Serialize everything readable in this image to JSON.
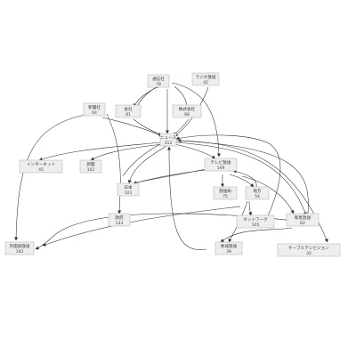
{
  "colors": {
    "node_fill": "#eeeeee",
    "node_stroke": "#bbbbbb",
    "edge": "#2d2d2d",
    "text": "#333333"
  },
  "nodes": [
    {
      "id": "shinbunsha",
      "label": "新聞社",
      "count": "64"
    },
    {
      "id": "tsushinsha",
      "label": "通信社",
      "count": "78"
    },
    {
      "id": "kaisha",
      "label": "会社",
      "count": "81"
    },
    {
      "id": "kabushiki",
      "label": "株式会社",
      "count": "88"
    },
    {
      "id": "hachou",
      "label": "ラジオ放送",
      "count": "42"
    },
    {
      "id": "news",
      "label": "ニュース",
      "count": "312"
    },
    {
      "id": "internet",
      "label": "インターネット",
      "count": "45"
    },
    {
      "id": "shinbun",
      "label": "新聞",
      "count": "102"
    },
    {
      "id": "terebi",
      "label": "テレビ放送",
      "count": "149"
    },
    {
      "id": "nihon",
      "label": "日本",
      "count": "101"
    },
    {
      "id": "hoso",
      "label": "放送局",
      "count": "75"
    },
    {
      "id": "chiho",
      "label": "地方",
      "count": "54"
    },
    {
      "id": "seifu",
      "label": "政府",
      "count": "133"
    },
    {
      "id": "tv_network",
      "label": "ネットワーク",
      "count": "105"
    },
    {
      "id": "eisei",
      "label": "衛星放送",
      "count": "62"
    },
    {
      "id": "gaikoku",
      "label": "外国語放送",
      "count": "192"
    },
    {
      "id": "chiiki",
      "label": "地域放送",
      "count": "39"
    },
    {
      "id": "cable",
      "label": "ケーブルテレビジョン",
      "count": "32"
    }
  ]
}
